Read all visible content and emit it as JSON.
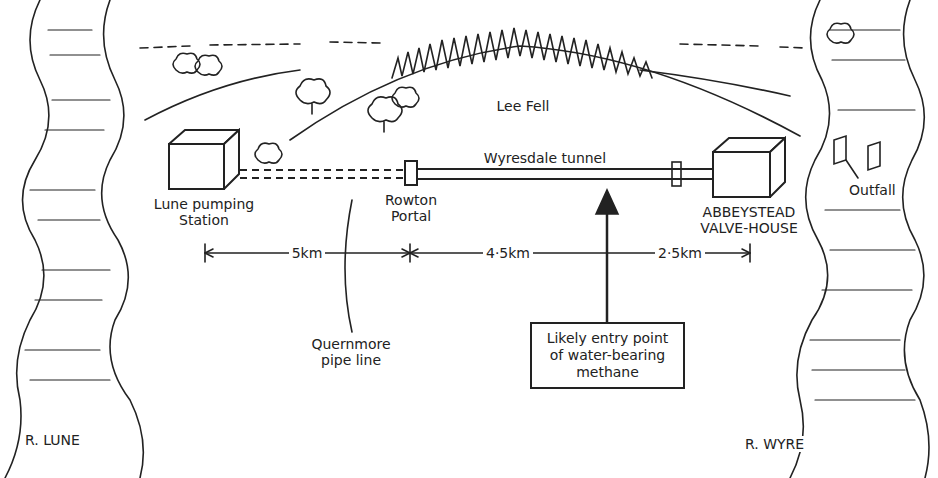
{
  "diagram": {
    "nodes": [
      {
        "text": [
          "Lune pumping Station"
        ]
      },
      {
        "text": [
          "Rowton Portal"
        ]
      },
      {
        "text": [
          "ABBEYSTEAD VALVE-HOUSE"
        ]
      },
      {
        "text": [
          "Likely entry point of water-bearing methane"
        ]
      }
    ],
    "edges": [
      {
        "from": 0,
        "to": 1,
        "arrow": "none"
      },
      {
        "from": 1,
        "to": 2,
        "label": "Wyresdale tunnel",
        "arrow": "none"
      }
    ],
    "labels": [
      "Lee Fell",
      "Quernmore pipe line",
      "5km",
      "4·5km",
      "2·5km",
      "Outfall",
      "R. LUNE",
      "R. WYRE"
    ]
  }
}
